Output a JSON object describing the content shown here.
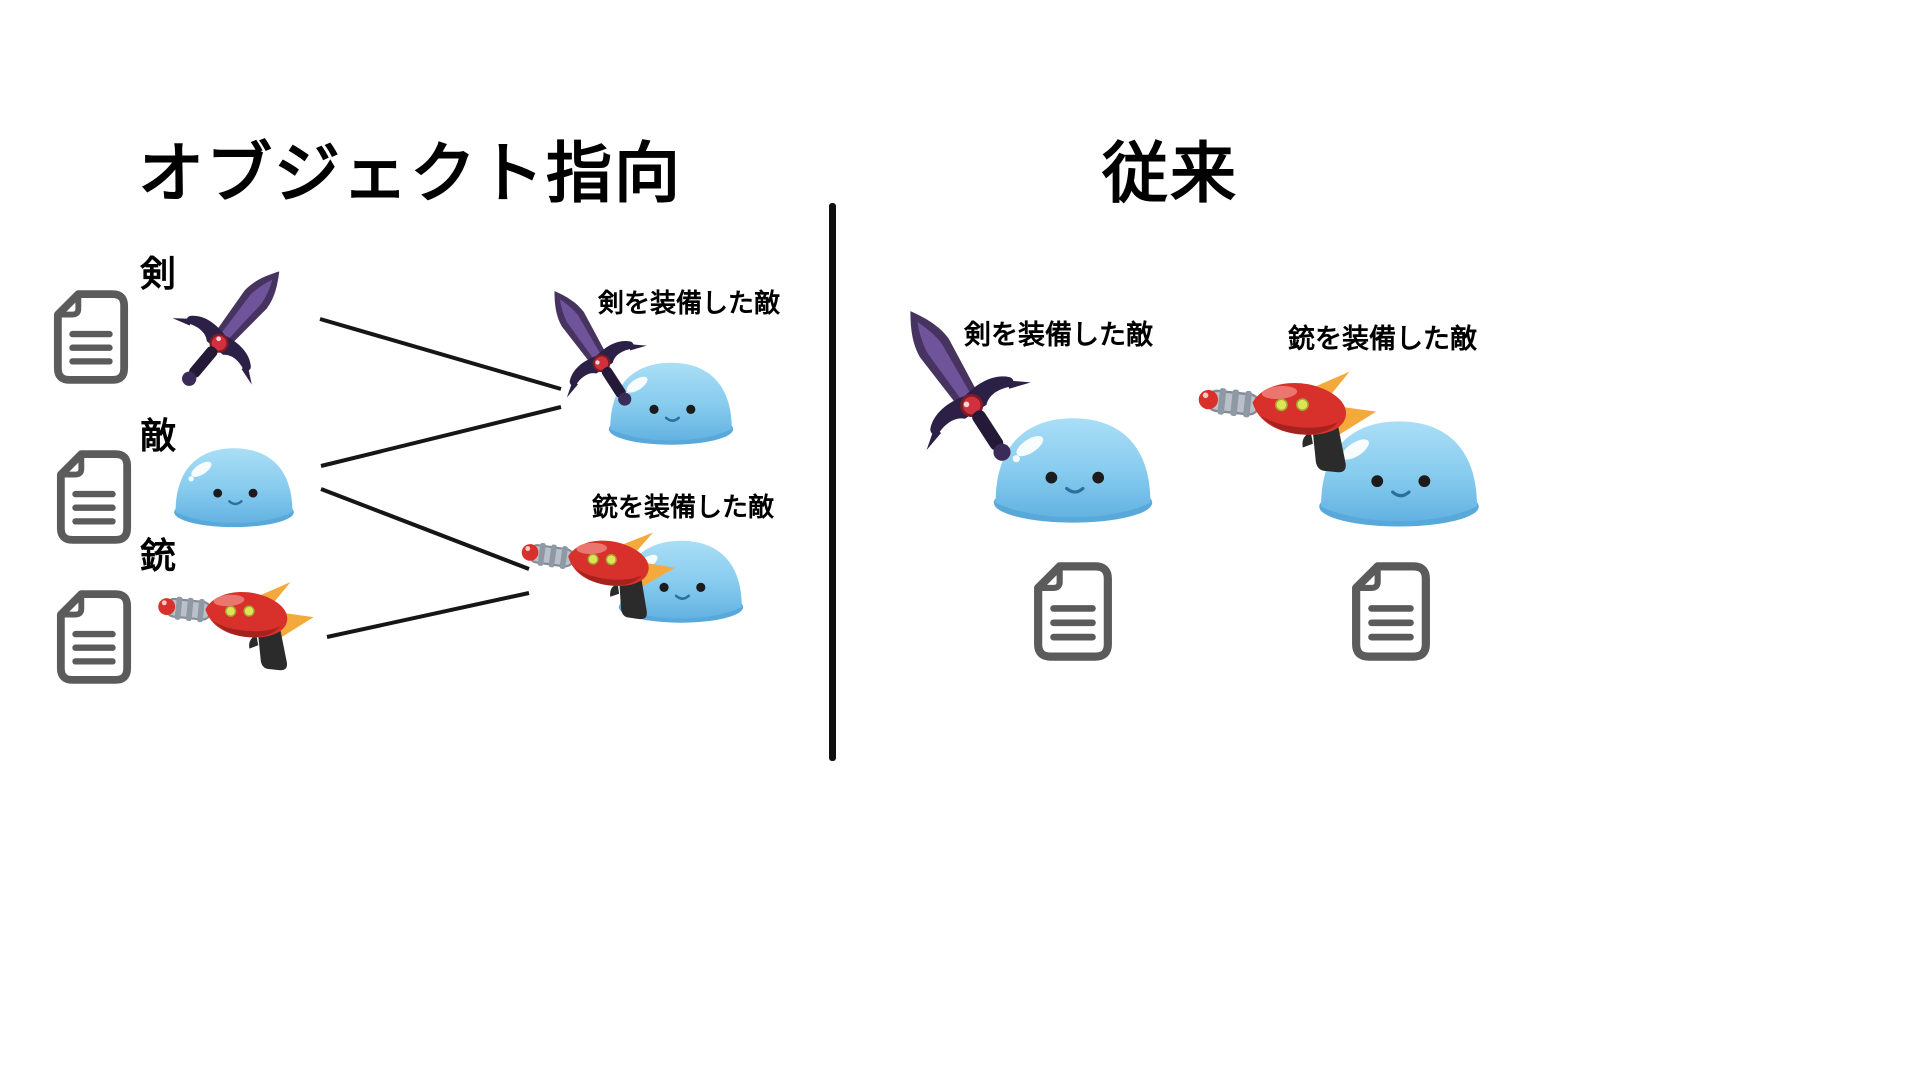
{
  "titles": {
    "left": "オブジェクト指向",
    "right": "従来"
  },
  "object_oriented": {
    "components": [
      {
        "label": "剣"
      },
      {
        "label": "敵"
      },
      {
        "label": "銃"
      }
    ],
    "composites": [
      {
        "label": "剣を装備した敵"
      },
      {
        "label": "銃を装備した敵"
      }
    ]
  },
  "conventional": {
    "composites": [
      {
        "label": "剣を装備した敵"
      },
      {
        "label": "銃を装備した敵"
      }
    ]
  },
  "icons": {
    "document": "document-file-icon",
    "sword": "sword-icon",
    "slime": "slime-enemy-icon",
    "raygun": "ray-gun-icon"
  },
  "colors": {
    "background": "#ffffff",
    "text": "#000000",
    "divider": "#0f0f0f",
    "connector": "#161616",
    "slime_body": "#7cc2e8",
    "slime_base": "#58a9da",
    "sword_blade": "#46335f",
    "sword_gem": "#d2303e",
    "gun_body": "#d8312b",
    "gun_fin": "#f4a93c",
    "doc_stroke": "#5b5b5b"
  }
}
